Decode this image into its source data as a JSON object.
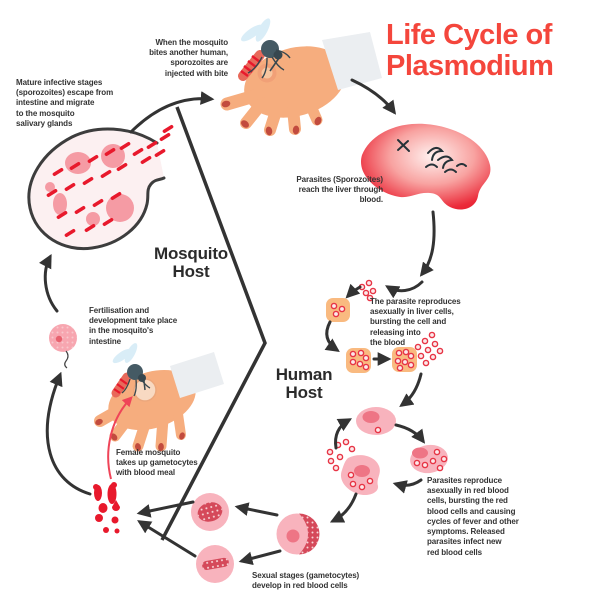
{
  "title": {
    "lines": [
      "Life Cycle of",
      "Plasmodium"
    ],
    "color": "#F4463C"
  },
  "section_labels": {
    "mosquito_host": [
      "Mosquito",
      "Host"
    ],
    "human_host": [
      "Human",
      "Host"
    ]
  },
  "annotations": {
    "injected_with_bite": [
      "When the mosquito",
      "bites another human,",
      "sporozoites are",
      "injected with bite"
    ],
    "mature_infective_stages": [
      "Mature infective stages",
      "(sporozoites) escape from",
      "intestine and migrate",
      "to the mosquito",
      "salivary glands"
    ],
    "sporozoites_reach_liver": [
      "Parasites (Sporozoites)",
      "reach the liver through",
      "blood."
    ],
    "parasite_reproduces_liver": [
      "The parasite reproduces",
      "asexually in liver cells,",
      "bursting the cell and",
      "releasing into",
      "the blood"
    ],
    "fertilisation": [
      "Fertilisation and",
      "development take place",
      "in the mosquito's",
      "intestine"
    ],
    "female_mosquito": [
      "Female mosquito",
      "takes up gametocytes",
      "with blood meal"
    ],
    "parasites_reproduce_rbc": [
      "Parasites reproduce",
      "asexually in red blood",
      "cells, bursting the red",
      "blood cells and causing",
      "cycles of fever and other",
      "symptoms. Released",
      "parasites infect new",
      "red blood cells"
    ],
    "sexual_stages": [
      "Sexual stages (gametocytes)",
      "develop in red blood cells"
    ]
  },
  "colors": {
    "accent_title": "#F4463C",
    "blood_red": "#E8192C",
    "cell_pink": "#F8B3BD",
    "cell_nucleus_pink": "#EE7585",
    "liver_cell_orange": "#F9BA80",
    "gametocyte_dark": "#D5495A",
    "skin": "#F6AD7E",
    "arrow": "#333333"
  }
}
